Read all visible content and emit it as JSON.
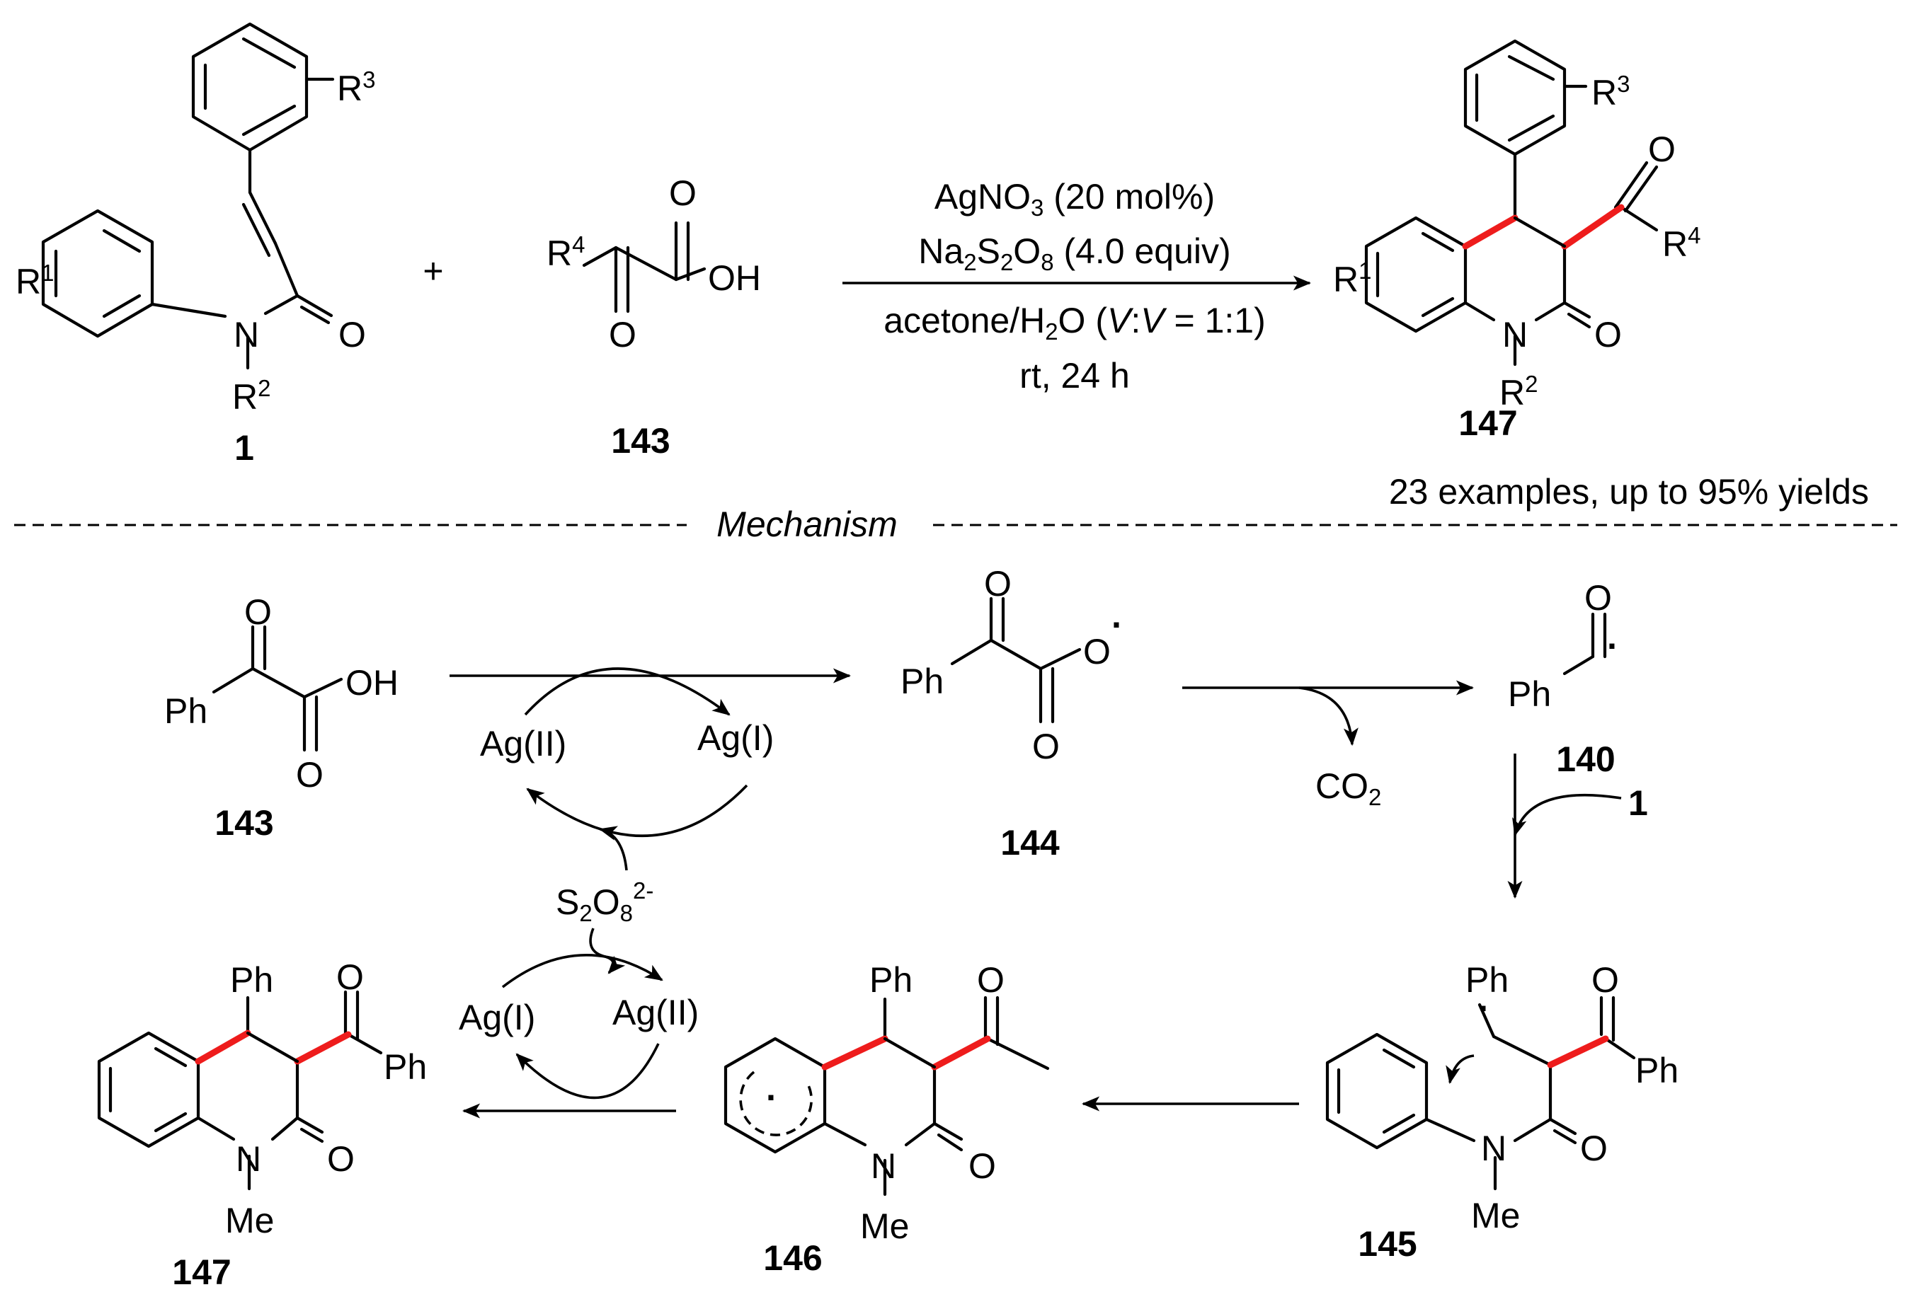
{
  "colors": {
    "ink": "#000000",
    "new_bond": "#ee1c1c",
    "background": "#ffffff"
  },
  "reaction": {
    "reactant1": {
      "number": "1",
      "R1": "R",
      "R1_sup": "1",
      "R2": "R",
      "R2_sup": "2",
      "R3": "R",
      "R3_sup": "3",
      "N": "N",
      "O": "O"
    },
    "plus": "+",
    "reactant2": {
      "number": "143",
      "R4": "R",
      "R4_sup": "4",
      "O_top": "O",
      "O_bottom": "O",
      "OH": "OH"
    },
    "conditions": {
      "line1_pre": "AgNO",
      "line1_sub": "3",
      "line1_post": " (20 mol%)",
      "line2_a": "Na",
      "line2_sub1": "2",
      "line2_b": "S",
      "line2_sub2": "2",
      "line2_c": "O",
      "line2_sub3": "8",
      "line2_post": " (4.0 equiv)",
      "line3_pre": "acetone/H",
      "line3_sub": "2",
      "line3_mid": "O (",
      "line3_v1": "V",
      "line3_colon": ":",
      "line3_v2": "V",
      "line3_post": " = 1:1)",
      "line4": "rt, 24 h"
    },
    "product": {
      "number": "147",
      "R1": "R",
      "R1_sup": "1",
      "R2": "R",
      "R2_sup": "2",
      "R3": "R",
      "R3_sup": "3",
      "R4": "R",
      "R4_sup": "4",
      "N": "N",
      "O_ketone": "O",
      "O_lactam": "O"
    },
    "scope": "23 examples, up to 95% yields"
  },
  "mechanism": {
    "title": "Mechanism",
    "c143": {
      "number": "143",
      "Ph": "Ph",
      "O_top": "O",
      "O_bottom": "O",
      "OH": "OH"
    },
    "c144": {
      "number": "144",
      "Ph": "Ph",
      "O_top": "O",
      "O_bottom": "O",
      "O_radical": "O",
      "dot": "·"
    },
    "c140": {
      "number": "140",
      "Ph": "Ph",
      "O": "O",
      "dot": "·"
    },
    "co2": {
      "text": "CO",
      "sub": "2"
    },
    "reagent_1": "1",
    "ag_top": {
      "ag2": "Ag(II)",
      "ag1": "Ag(I)"
    },
    "persulfate": {
      "S": "S",
      "sub1": "2",
      "O": "O",
      "sub2": "8",
      "charge": "2-"
    },
    "ag_bottom": {
      "ag1": "Ag(I)",
      "ag2": "Ag(II)"
    },
    "c145": {
      "number": "145",
      "Ph_top": "Ph",
      "Ph_ketone": "Ph",
      "O_ketone": "O",
      "O_lactam": "O",
      "N": "N",
      "Me": "Me",
      "dot": "·"
    },
    "c146": {
      "number": "146",
      "Ph": "Ph",
      "O_acyl": "O",
      "O_lactam": "O",
      "N": "N",
      "Me": "Me",
      "dot": "·"
    },
    "c147": {
      "number": "147",
      "Ph_top": "Ph",
      "Ph_ketone": "Ph",
      "O_ketone": "O",
      "O_lactam": "O",
      "N": "N",
      "Me": "Me"
    }
  }
}
